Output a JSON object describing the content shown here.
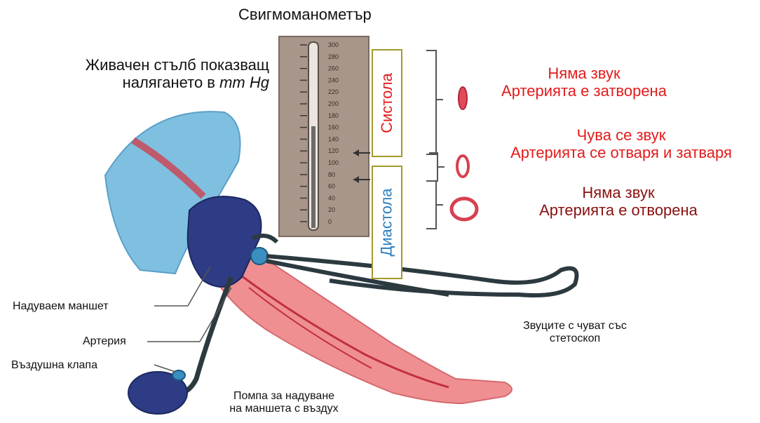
{
  "title": "Свигмоманометър",
  "column_label": {
    "line1": "Живачен стълб показващ",
    "line2_prefix": "налягането в ",
    "line2_unit": "mm Hg"
  },
  "scale_ticks": [
    "300",
    "280",
    "260",
    "240",
    "220",
    "200",
    "180",
    "160",
    "140",
    "120",
    "100",
    "80",
    "60",
    "40",
    "20",
    "0"
  ],
  "phases": {
    "systole": "Систола",
    "diastole": "Диастола"
  },
  "states": [
    {
      "line1": "Няма звук",
      "line2": "Артерията е затворена"
    },
    {
      "line1": "Чува се звук",
      "line2": "Артерията се отваря и затваря"
    },
    {
      "line1": "Няма звук",
      "line2": "Артерията е отворена"
    }
  ],
  "labels": {
    "cuff": "Надуваем маншет",
    "artery": "Артерия",
    "valve": "Въздушна клапа",
    "pump_line1": "Помпа за надуване",
    "pump_line2": "на маншета с въздух",
    "stethoscope_line1": "Звуците с чуват със",
    "stethoscope_line2": "стетоскоп"
  },
  "colors": {
    "red_text": "#e31b1b",
    "dark_red_text": "#8a1010",
    "blue_text": "#2a7fc1",
    "box_border": "#a39a2a"
  }
}
